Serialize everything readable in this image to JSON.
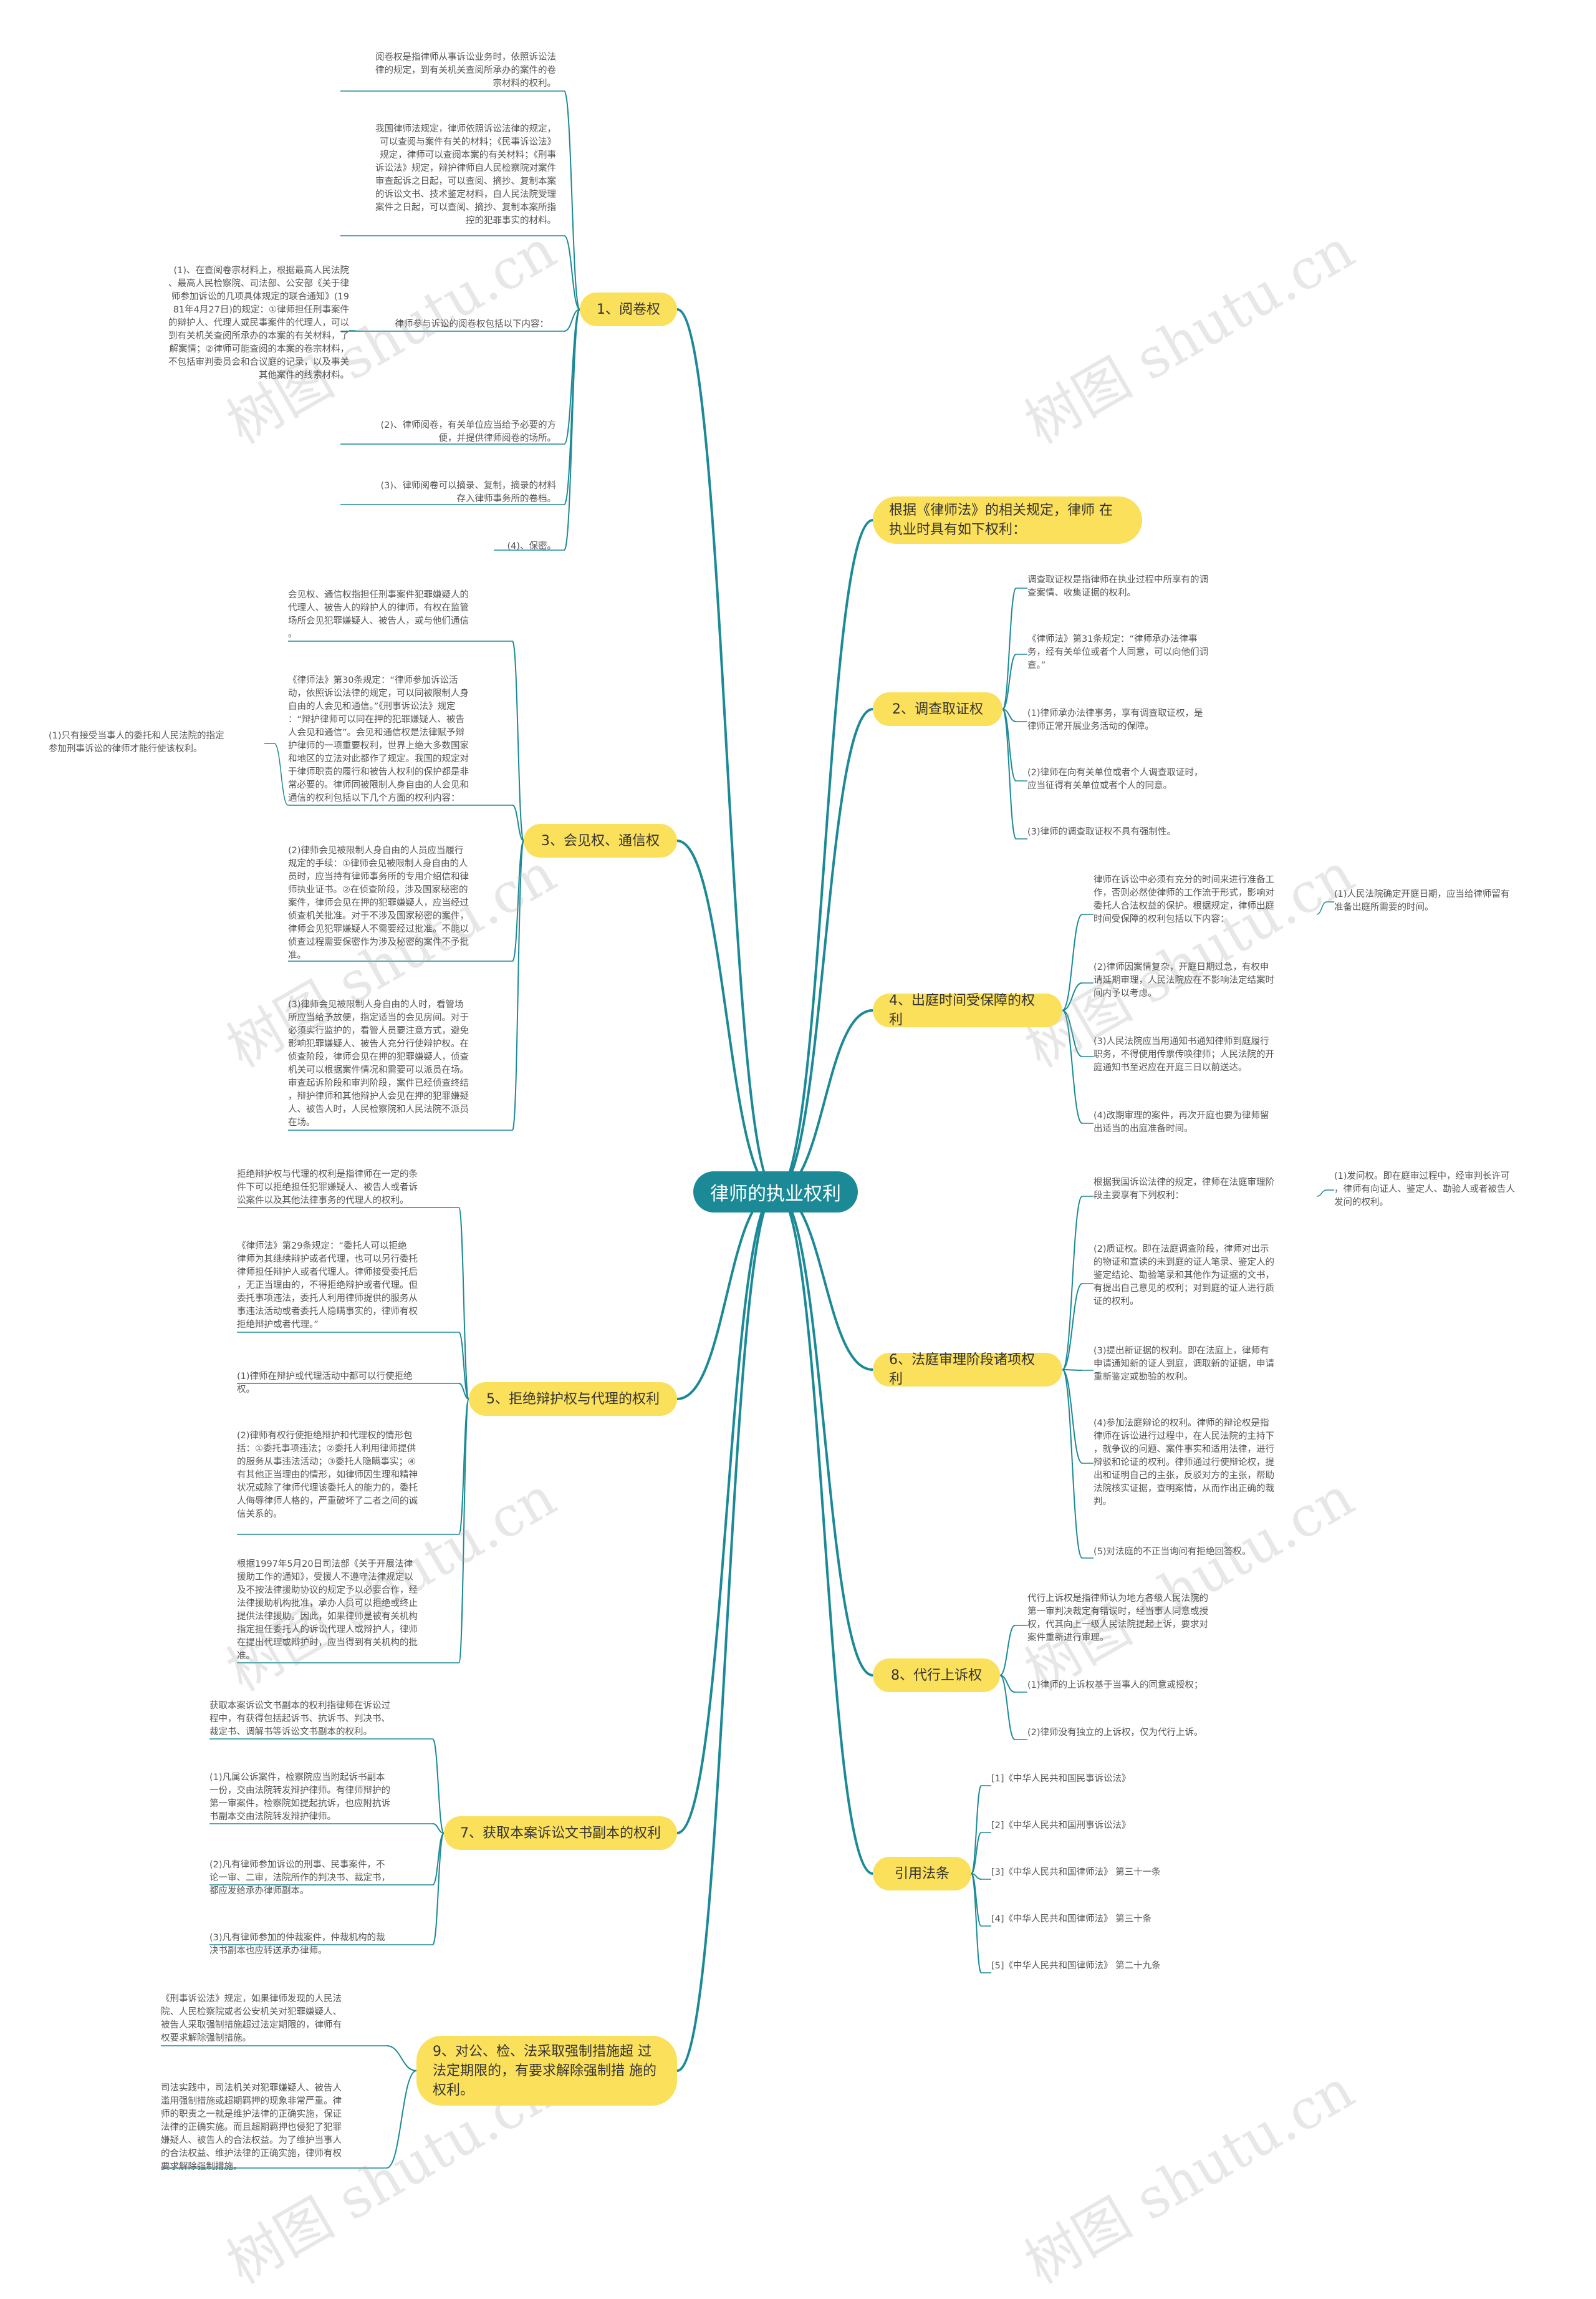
{
  "root": "律师的执业权利",
  "watermark": "树图 shutu.cn",
  "branches": {
    "b0": "根据《律师法》的相关规定，律师\n在执业时具有如下权利：",
    "b1": "1、阅卷权",
    "b2": "2、调查取证权",
    "b3": "3、会见权、通信权",
    "b4": "4、出庭时间受保障的权利",
    "b5": "5、拒绝辩护权与代理的权利",
    "b6": "6、法庭审理阶段诸项权利",
    "b7": "7、获取本案诉讼文书副本的权利",
    "b8": "8、代行上诉权",
    "b9": "9、对公、检、法采取强制措施超\n过法定期限的，有要求解除强制措\n施的权利。",
    "b10": "引用法条"
  },
  "leaves": {
    "l1a": "阅卷权是指律师从事诉讼业务时，依照诉讼法\n律的规定，到有关机关查阅所承办的案件的卷\n宗材料的权利。",
    "l1b": "我国律师法规定，律师依照诉讼法律的规定，\n可以查阅与案件有关的材料；《民事诉讼法》\n规定，律师可以查阅本案的有关材料；《刑事\n诉讼法》规定，辩护律师自人民检察院对案件\n审查起诉之日起，可以查阅、摘抄、复制本案\n的诉讼文书、技术鉴定材料，自人民法院受理\n案件之日起，可以查阅、摘抄、复制本案所指\n控的犯罪事实的材料。",
    "l1c": "律师参与诉讼的阅卷权包括以下内容：",
    "l1c1": "(1)、在查阅卷宗材料上，根据最高人民法院\n、最高人民检察院、司法部、公安部《关于律\n师参加诉讼的几项具体规定的联合通知》(19\n81年4月27日)的规定：①律师担任刑事案件\n的辩护人、代理人或民事案件的代理人，可以\n到有关机关查阅所承办的本案的有关材料，了\n解案情；②律师可能查阅的本案的卷宗材料，\n不包括审判委员会和合议庭的记录，以及事关\n其他案件的线索材料。",
    "l1d": "(2)、律师阅卷，有关单位应当给予必要的方\n便，并提供律师阅卷的场所。",
    "l1e": "(3)、律师阅卷可以摘录、复制，摘录的材料\n存入律师事务所的卷档。",
    "l1f": "(4)、保密。",
    "l2a": "调查取证权是指律师在执业过程中所享有的调\n查案情、收集证据的权利。",
    "l2b": "《律师法》第31条规定：“律师承办法律事\n务，经有关单位或者个人同意，可以向他们调\n查。”",
    "l2c": "(1)律师承办法律事务，享有调查取证权，是\n律师正常开展业务活动的保障。",
    "l2d": "(2)律师在向有关单位或者个人调查取证时，\n应当征得有关单位或者个人的同意。",
    "l2e": "(3)律师的调查取证权不具有强制性。",
    "l3a": "会见权、通信权指担任刑事案件犯罪嫌疑人的\n代理人、被告人的辩护人的律师，有权在监管\n场所会见犯罪嫌疑人、被告人，或与他们通信\n。",
    "l3b": "《律师法》第30条规定：“律师参加诉讼活\n动，依照诉讼法律的规定，可以同被限制人身\n自由的人会见和通信。”《刑事诉讼法》规定\n：“辩护律师可以同在押的犯罪嫌疑人、被告\n人会见和通信”。会见和通信权是法律赋予辩\n护律师的一项重要权利，世界上绝大多数国家\n和地区的立法对此都作了规定。我国的规定对\n于律师职责的履行和被告人权利的保护都是非\n常必要的。律师同被限制人身自由的人会见和\n通信的权利包括以下几个方面的权利内容：",
    "l3b1": "(1)只有接受当事人的委托和人民法院的指定\n参加刑事诉讼的律师才能行使该权利。",
    "l3c": "(2)律师会见被限制人身自由的人员应当履行\n规定的手续：①律师会见被限制人身自由的人\n员时，应当持有律师事务所的专用介绍信和律\n师执业证书。②在侦查阶段，涉及国家秘密的\n案件，律师会见在押的犯罪嫌疑人，应当经过\n侦查机关批准。对于不涉及国家秘密的案件，\n律师会见犯罪嫌疑人不需要经过批准。不能以\n侦查过程需要保密作为涉及秘密的案件不予批\n准。",
    "l3d": "(3)律师会见被限制人身自由的人时，看管场\n所应当给予放便，指定适当的会见房间。对于\n必须实行监护的，看管人员要注意方式，避免\n影响犯罪嫌疑人、被告人充分行使辩护权。在\n侦查阶段，律师会见在押的犯罪嫌疑人，侦查\n机关可以根据案件情况和需要可以派员在场。\n审查起诉阶段和审判阶段，案件已经侦查终结\n，辩护律师和其他辩护人会见在押的犯罪嫌疑\n人、被告人时，人民检察院和人民法院不派员\n在场。",
    "l4a": "律师在诉讼中必须有充分的时间来进行准备工\n作，否则必然使律师的工作流于形式，影响对\n委托人合法权益的保护。根据规定，律师出庭\n时间受保障的权利包括以下内容：",
    "l4a1": "(1)人民法院确定开庭日期，应当给律师留有\n准备出庭所需要的时间。",
    "l4b": "(2)律师因案情复杂，开庭日期过急，有权申\n请延期审理，人民法院应在不影响法定结案时\n间内予以考虑。",
    "l4c": "(3)人民法院应当用通知书通知律师到庭履行\n职务，不得使用传票传唤律师；人民法院的开\n庭通知书至迟应在开庭三日以前送达。",
    "l4d": "(4)改期审理的案件，再次开庭也要为律师留\n出适当的出庭准备时间。",
    "l5a": "拒绝辩护权与代理的权利是指律师在一定的条\n件下可以拒绝担任犯罪嫌疑人、被告人或者诉\n讼案件以及其他法律事务的代理人的权利。",
    "l5b": "《律师法》第29条规定：“委托人可以拒绝\n律师为其继续辩护或者代理，也可以另行委托\n律师担任辩护人或者代理人。律师接受委托后\n，无正当理由的，不得拒绝辩护或者代理。但\n委托事项违法，委托人利用律师提供的服务从\n事违法活动或者委托人隐瞒事实的，律师有权\n拒绝辩护或者代理。”",
    "l5c": "(1)律师在辩护或代理活动中都可以行使拒绝\n权。",
    "l5d": "(2)律师有权行使拒绝辩护和代理权的情形包\n括：①委托事项违法；②委托人利用律师提供\n的服务从事违法活动；③委托人隐瞒事实；④\n有其他正当理由的情形，如律师因生理和精神\n状况或除了律师代理该委托人的能力的，委托\n人侮辱律师人格的，严重破坏了二者之间的诚\n信关系的。",
    "l5e": "根据1997年5月20日司法部《关于开展法律\n援助工作的通知》，受援人不遵守法律规定以\n及不按法律援助协议的规定予以必要合作，经\n法律援助机构批准，承办人员可以拒绝或终止\n提供法律援助。因此，如果律师是被有关机构\n指定担任委托人的诉讼代理人或辩护人，律师\n在提出代理或辩护时，应当得到有关机构的批\n准。",
    "l6a": "根据我国诉讼法律的规定，律师在法庭审理阶\n段主要享有下列权利：",
    "l6a1": "(1)发问权。即在庭审过程中，经审判长许可\n，律师有向证人、鉴定人、勘验人或者被告人\n发问的权利。",
    "l6b": "(2)质证权。即在法庭调查阶段，律师对出示\n的物证和宣读的未到庭的证人笔录、鉴定人的\n鉴定结论、勘验笔录和其他作为证据的文书，\n有提出自己意见的权利；对到庭的证人进行质\n证的权利。",
    "l6c": "(3)提出新证据的权利。即在法庭上，律师有\n申请通知新的证人到庭，调取新的证据，申请\n重新鉴定或勘验的权利。",
    "l6d": "(4)参加法庭辩论的权利。律师的辩论权是指\n律师在诉讼进行过程中，在人民法院的主持下\n，就争议的问题、案件事实和适用法律，进行\n辩驳和论证的权利。律师通过行使辩论权，提\n出和证明自己的主张，反驳对方的主张，帮助\n法院核实证据，查明案情，从而作出正确的裁\n判。",
    "l6e": "(5)对法庭的不正当询问有拒绝回答权。",
    "l7a": "获取本案诉讼文书副本的权利指律师在诉讼过\n程中，有获得包括起诉书、抗诉书、判决书、\n裁定书、调解书等诉讼文书副本的权利。",
    "l7b": "(1)凡属公诉案件，检察院应当附起诉书副本\n一份，交由法院转发辩护律师。有律师辩护的\n第一审案件，检察院如提起抗诉，也应附抗诉\n书副本交由法院转发辩护律师。",
    "l7c": "(2)凡有律师参加诉讼的刑事、民事案件，不\n论一审、二审，法院所作的判决书、裁定书，\n都应发给承办律师副本。",
    "l7d": "(3)凡有律师参加的仲裁案件，仲裁机构的裁\n决书副本也应转送承办律师。",
    "l8a": "代行上诉权是指律师认为地方各级人民法院的\n第一审判决裁定有错误时，经当事人同意或授\n权，代其向上一级人民法院提起上诉，要求对\n案件重新进行审理。",
    "l8b": "(1)律师的上诉权基于当事人的同意或授权；",
    "l8c": "(2)律师没有独立的上诉权，仅为代行上诉。",
    "l9a": "《刑事诉讼法》规定，如果律师发现的人民法\n院、人民检察院或者公安机关对犯罪嫌疑人、\n被告人采取强制措施超过法定期限的，律师有\n权要求解除强制措施。",
    "l9b": "司法实践中，司法机关对犯罪嫌疑人、被告人\n滥用强制措施或超期羁押的现象非常严重。律\n师的职责之一就是维护法律的正确实施，保证\n法律的正确实施。而且超期羁押也侵犯了犯罪\n嫌疑人、被告人的合法权益。为了维护当事人\n的合法权益、维护法律的正确实施，律师有权\n要求解除强制措施。",
    "l10a": "[1]《中华人民共和国民事诉讼法》",
    "l10b": "[2]《中华人民共和国刑事诉讼法》",
    "l10c": "[3]《中华人民共和国律师法》 第三十一条",
    "l10d": "[4]《中华人民共和国律师法》 第三十条",
    "l10e": "[5]《中华人民共和国律师法》 第二十九条"
  },
  "colors": {
    "line": "#1b8a96",
    "root": "#1b8a96",
    "branch": "#fbe05b",
    "leaf_text": "#555555"
  }
}
